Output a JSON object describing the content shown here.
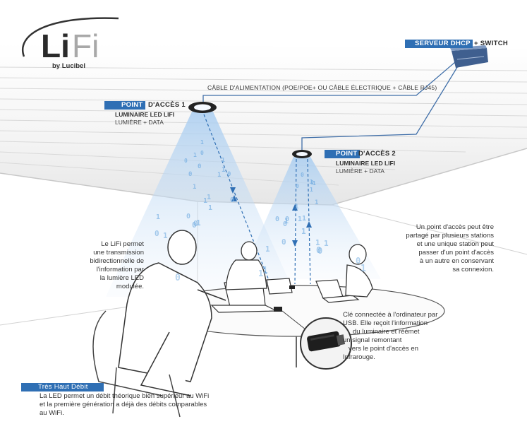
{
  "logo": {
    "brand_li": "Li",
    "brand_fi": "Fi",
    "byline": "by Lucibel"
  },
  "server": {
    "tag": "SERVEUR DHCP",
    "suffix": "+ SWITCH"
  },
  "cable": {
    "label": "CÂBLE D'ALIMENTATION (POE/POE+ OU CÂBLE ÉLECTRIQUE + CÂBLE RJ45)"
  },
  "access_point_1": {
    "tag": "POINT",
    "suffix": "D'ACCÈS 1",
    "subtitle": "LUMINAIRE LED LIFI",
    "subline": "LUMIÈRE + DATA"
  },
  "access_point_2": {
    "tag": "POINT",
    "suffix": "D'ACCÈS 2",
    "subtitle": "LUMINAIRE LED LIFI",
    "subline": "LUMIÈRE + DATA"
  },
  "notes": {
    "bidirectional": [
      "Le LiFi permet",
      "une transmission",
      "bidirectionnelle de",
      "l'information par",
      "la lumière LED",
      "modulée."
    ],
    "sharing": [
      "Un point d'accès peut être",
      "partagé par plusieurs stations",
      "et une unique station peut",
      "passer d'un point d'accès",
      "à un autre en conservant",
      "sa connexion."
    ],
    "usb_key": [
      "Clé connectée à l'ordinateur par",
      "USB. Elle reçoit l'information",
      "du luminaire et réémet",
      "un signal remontant",
      "vers le point d'accès en",
      "Infrarouge."
    ]
  },
  "debit": {
    "tag": "Très Haut Débit",
    "lines": [
      "La LED permet un débit théorique bien supérieur au WiFi",
      "et la première génération a déjà des débits comparables",
      "au WiFi."
    ]
  },
  "binary_digits": [
    "1",
    "0",
    "1",
    "1",
    "0",
    "1",
    "0",
    "0",
    "1",
    "1",
    "0",
    "1",
    "0",
    "1",
    "1",
    "0",
    "1",
    "0",
    "0",
    "1",
    "1",
    "0",
    "1",
    "1",
    "0",
    "0",
    "1",
    "0",
    "1",
    "1",
    "0",
    "1",
    "0",
    "1",
    "0",
    "1",
    "1",
    "0",
    "1",
    "0",
    "1",
    "1",
    "0",
    "1",
    "0",
    "0",
    "1",
    "1"
  ],
  "colors": {
    "accent_blue": "#2f6fb4",
    "beam_blue": "#cfe2f6",
    "digit_blue": "#7fb4e4"
  }
}
